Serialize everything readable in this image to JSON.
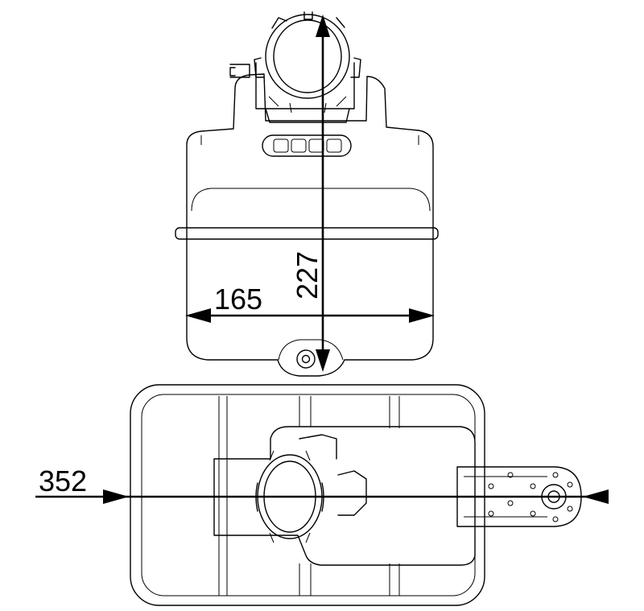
{
  "dimensions": {
    "width": "165",
    "height": "227",
    "length": "352"
  }
}
